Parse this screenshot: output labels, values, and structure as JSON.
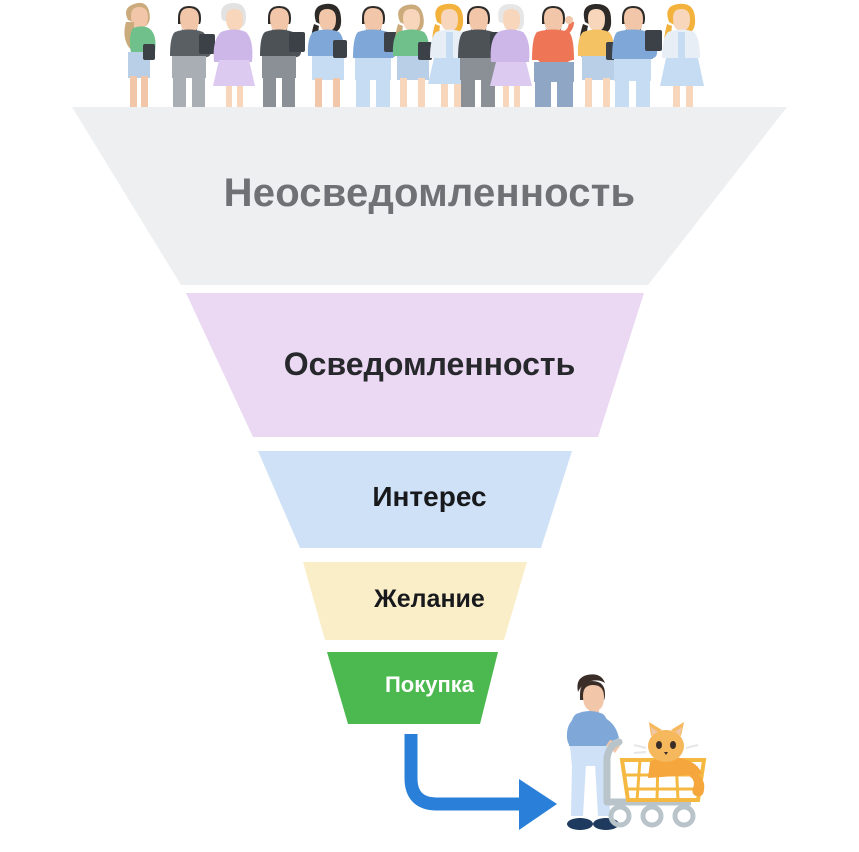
{
  "diagram": {
    "type": "marketing-funnel",
    "title_visible": false,
    "background_color": "#ffffff",
    "stages": [
      {
        "id": "unawareness",
        "label": "Неосведомленность",
        "fill": "#eeeff1",
        "text_color": "#6f7175",
        "order": 1
      },
      {
        "id": "awareness",
        "label": "Осведомленность",
        "fill": "#ebd8f3",
        "text_color": "#27282c",
        "order": 2
      },
      {
        "id": "interest",
        "label": "Интерес",
        "fill": "#cfe1f7",
        "text_color": "#18191c",
        "order": 3
      },
      {
        "id": "desire",
        "label": "Желание",
        "fill": "#faeec9",
        "text_color": "#18191c",
        "order": 4
      },
      {
        "id": "purchase",
        "label": "Покупка",
        "fill": "#4cb950",
        "text_color": "#ffffff",
        "order": 5
      }
    ],
    "arrow": {
      "name": "conversion-arrow",
      "color": "#2a80d8",
      "direction": "down-then-right"
    },
    "crowd": {
      "name": "crowd-of-people",
      "count": 14,
      "ground_color": "#e9eaec",
      "people": [
        {
          "skin": "#f2c6a8",
          "hair": "#cbab7c",
          "top": "#6fc08b",
          "bottom": "#b9cfe8",
          "shoes": "#a8c5e0",
          "device": true,
          "pose": "reading"
        },
        {
          "skin": "#f2c6a8",
          "hair": "#2d2a28",
          "top": "#5a5f63",
          "bottom": "#a9aeb4",
          "shoes": "#1f3a5f",
          "device": true,
          "pose": "reading"
        },
        {
          "skin": "#f7d6bb",
          "hair": "#e2e2e2",
          "top": "#cdb6e8",
          "bottom": "#ddcaf0",
          "shoes": "#b9cfe8",
          "device": false,
          "pose": "hands-on-hips"
        },
        {
          "skin": "#f2c6a8",
          "hair": "#2d2a28",
          "top": "#7fa8d8",
          "bottom": "#c6dcf3",
          "shoes": "#1f3a5f",
          "device": true,
          "pose": "reading"
        },
        {
          "skin": "#f7d6bb",
          "hair": "#cbab7c",
          "top": "#6fc08b",
          "bottom": "#b9cfe8",
          "shoes": "#b9cfe8",
          "device": true,
          "pose": "reading"
        },
        {
          "skin": "#f7d6bb",
          "hair": "#f2b23c",
          "top": "#e8eef5",
          "bottom": "#c6dcf3",
          "shoes": "#b9cfe8",
          "device": true,
          "pose": "reading"
        },
        {
          "skin": "#f2c6a8",
          "hair": "#2d2a28",
          "top": "#4d5257",
          "bottom": "#8b9097",
          "shoes": "#1f3a5f",
          "device": true,
          "pose": "reading"
        },
        {
          "skin": "#f7d6bb",
          "hair": "#e6e6e6",
          "top": "#cdb6e8",
          "bottom": "#ddcaf0",
          "shoes": "#b9cfe8",
          "device": false,
          "pose": "hands-on-hips"
        },
        {
          "skin": "#f2c6a8",
          "hair": "#2d2a28",
          "top": "#ef7557",
          "bottom": "#8fa6c4",
          "shoes": "#1f3a5f",
          "device": false,
          "pose": "thinking"
        },
        {
          "skin": "#f7d6bb",
          "hair": "#2d2a28",
          "top": "#f4c263",
          "bottom": "#b9cfe8",
          "shoes": "#b9cfe8",
          "device": true,
          "pose": "reading"
        },
        {
          "skin": "#f2c6a8",
          "hair": "#2d2a28",
          "top": "#7fa8d8",
          "bottom": "#c6dcf3",
          "shoes": "#1f3a5f",
          "device": true,
          "pose": "reading"
        },
        {
          "skin": "#f7d6bb",
          "hair": "#f2b23c",
          "top": "#e8eef5",
          "bottom": "#c6dcf3",
          "shoes": "#b9cfe8",
          "device": false,
          "pose": "hands-on-hips"
        },
        {
          "skin": "#f2c6a8",
          "hair": "#2d2a28",
          "top": "#7fa8d8",
          "bottom": "#c6dcf3",
          "shoes": "#1f3a5f",
          "device": true,
          "pose": "reading"
        },
        {
          "skin": "#f7d6bb",
          "hair": "#f2b23c",
          "top": "#e8eef5",
          "bottom": "#c6dcf3",
          "shoes": "#b9cfe8",
          "device": false,
          "pose": "hands-on-hips"
        }
      ]
    },
    "customer": {
      "name": "customer-with-shopping-cart",
      "skin": "#f2c6a8",
      "hair": "#3a2d27",
      "shirt": "#7fa8d8",
      "pants": "#cfe1f7",
      "shoes": "#1f3a5f",
      "cart_color": "#f5b942",
      "cart_frame": "#b8c4ca",
      "pet": "cat",
      "pet_color": "#f5a63c"
    }
  }
}
